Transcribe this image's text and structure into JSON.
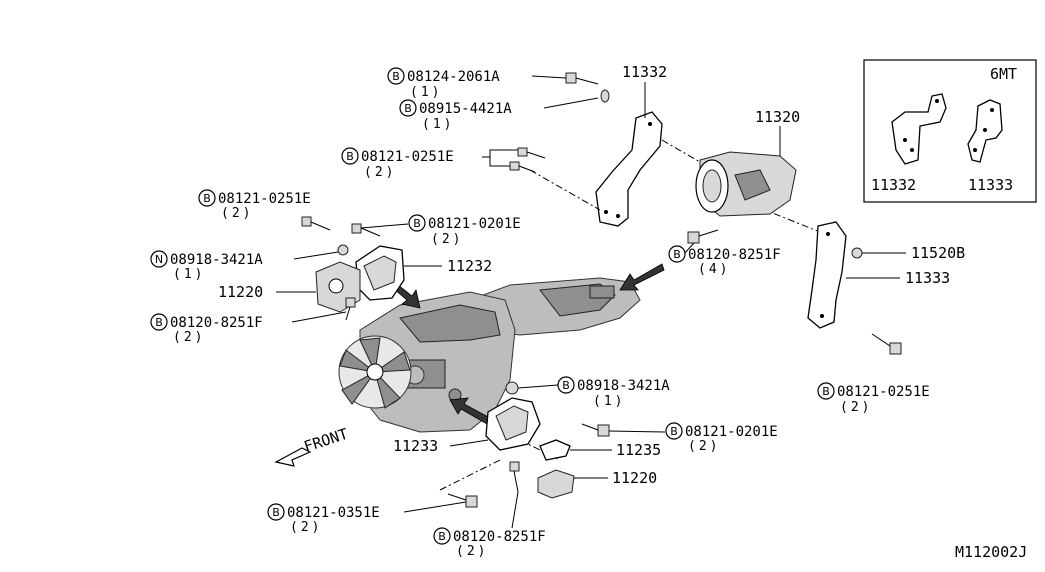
{
  "diagram_code": "M112002J",
  "inset": {
    "label": "6MT",
    "parts": [
      "11332",
      "11333"
    ]
  },
  "front_label": "FRONT",
  "callouts": [
    {
      "id": "c1",
      "prefix": "B",
      "part": "08124-2061A",
      "qty": "(1)"
    },
    {
      "id": "c2",
      "prefix": "B",
      "part": "08915-4421A",
      "qty": "(1)"
    },
    {
      "id": "c3",
      "prefix": "B",
      "part": "08121-0251E",
      "qty": "(2)"
    },
    {
      "id": "c4",
      "prefix": "B",
      "part": "08121-0251E",
      "qty": "(2)"
    },
    {
      "id": "c5",
      "prefix": "B",
      "part": "08121-0201E",
      "qty": "(2)"
    },
    {
      "id": "c6",
      "prefix": "N",
      "part": "08918-3421A",
      "qty": "(1)"
    },
    {
      "id": "c7",
      "prefix": "B",
      "part": "08120-8251F",
      "qty": "(2)"
    },
    {
      "id": "c8",
      "prefix": "B",
      "part": "08120-8251F",
      "qty": "(4)"
    },
    {
      "id": "c9",
      "prefix": "B",
      "part": "08918-3421A",
      "qty": "(1)"
    },
    {
      "id": "c10",
      "prefix": "B",
      "part": "08121-0201E",
      "qty": "(2)"
    },
    {
      "id": "c11",
      "prefix": "B",
      "part": "08121-0251E",
      "qty": "(2)"
    },
    {
      "id": "c12",
      "prefix": "B",
      "part": "08121-0351E",
      "qty": "(2)"
    },
    {
      "id": "c13",
      "prefix": "B",
      "part": "08120-8251F",
      "qty": "(2)"
    }
  ],
  "part_labels": {
    "p11332": "11332",
    "p11320": "11320",
    "p11232": "11232",
    "p11220_top": "11220",
    "p11520B": "11520B",
    "p11333": "11333",
    "p11233": "11233",
    "p11235": "11235",
    "p11220_bot": "11220"
  }
}
